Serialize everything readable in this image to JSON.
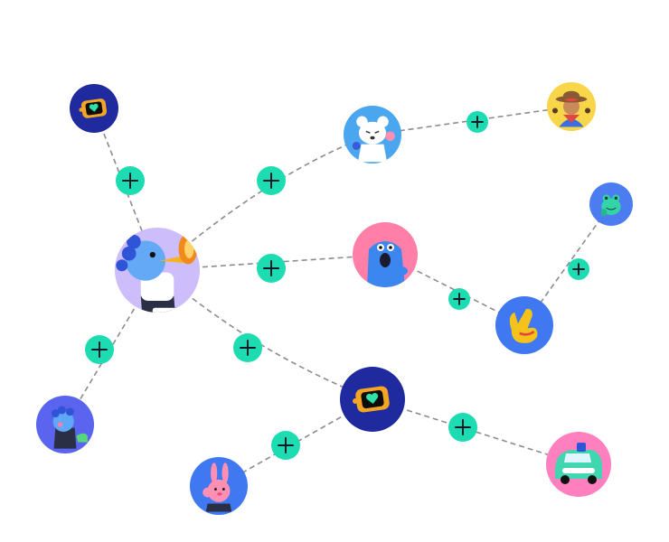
{
  "colors": {
    "background": "#ffffff",
    "edge": "#8c8c8c",
    "plus_fill": "#1ddcb2",
    "plus_glyph": "#0b1b2b"
  },
  "avatars": [
    {
      "id": "tv-small",
      "icon": "tv-heart-icon",
      "bg": "#1f2a9e"
    },
    {
      "id": "trumpet",
      "icon": "trumpet-player-icon",
      "bg": "#cdbdfb"
    },
    {
      "id": "bear",
      "icon": "polar-bear-icon",
      "bg": "#4aa6ef"
    },
    {
      "id": "cowboy",
      "icon": "cowboy-icon",
      "bg": "#f7d64a"
    },
    {
      "id": "frog",
      "icon": "frog-icon",
      "bg": "#4c7df0"
    },
    {
      "id": "blue-creature",
      "icon": "blue-creature-icon",
      "bg": "#ff7fa8"
    },
    {
      "id": "rock-hand",
      "icon": "rock-hand-icon",
      "bg": "#3f78f0"
    },
    {
      "id": "blue-monster",
      "icon": "blue-monster-icon",
      "bg": "#5a64ee"
    },
    {
      "id": "tv-large",
      "icon": "tv-heart-icon",
      "bg": "#1f2a9e"
    },
    {
      "id": "bunny",
      "icon": "bunny-icon",
      "bg": "#3f78f0"
    },
    {
      "id": "car",
      "icon": "car-icon",
      "bg": "#ff7fbf"
    }
  ],
  "edges": [
    {
      "from": "tv-small",
      "to": "trumpet"
    },
    {
      "from": "trumpet",
      "to": "bear"
    },
    {
      "from": "bear",
      "to": "cowboy"
    },
    {
      "from": "trumpet",
      "to": "blue-creature"
    },
    {
      "from": "blue-creature",
      "to": "rock-hand"
    },
    {
      "from": "rock-hand",
      "to": "frog"
    },
    {
      "from": "trumpet",
      "to": "blue-monster"
    },
    {
      "from": "trumpet",
      "to": "tv-large"
    },
    {
      "from": "tv-large",
      "to": "bunny"
    },
    {
      "from": "tv-large",
      "to": "car"
    }
  ]
}
